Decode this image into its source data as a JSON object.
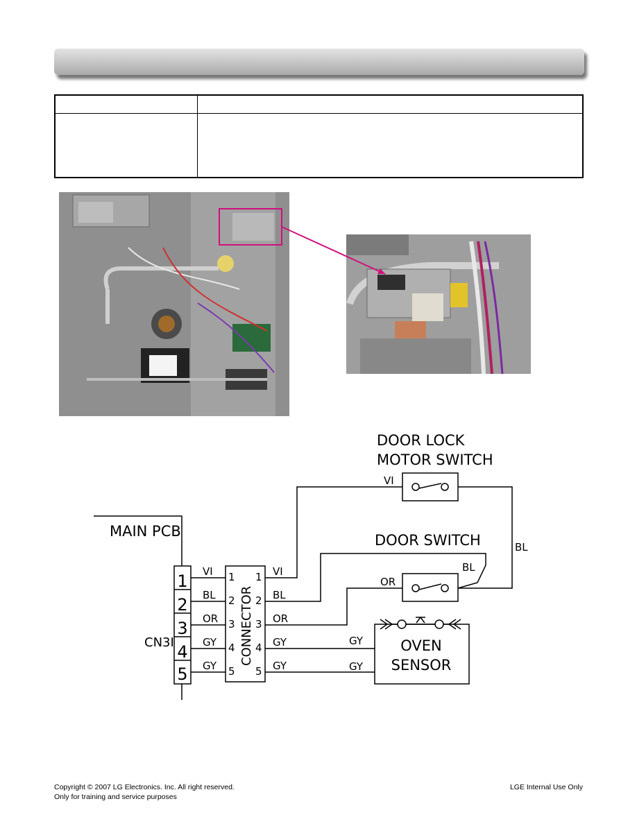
{
  "footer": {
    "copyright": "Copyright © 2007 LG Electronics. Inc. All right reserved.",
    "training_note": "Only for training and service purposes",
    "internal_use": "LGE Internal Use Only"
  },
  "schematic": {
    "main_pcb_label": "MAIN PCB",
    "connector_ref": "CN3I",
    "connector_label": "CONNECTOR",
    "pins": [
      "1",
      "2",
      "3",
      "4",
      "5"
    ],
    "wire_colors": [
      "VI",
      "BL",
      "OR",
      "GY",
      "GY"
    ],
    "door_lock_title_line1": "DOOR LOCK",
    "door_lock_title_line2": "MOTOR SWITCH",
    "door_lock_wire_in": "VI",
    "door_lock_wire_out": "BL",
    "door_switch_title": "DOOR SWITCH",
    "door_switch_wire_in": "OR",
    "door_switch_wire_out": "BL",
    "oven_sensor_line1": "OVEN",
    "oven_sensor_line2": "SENSOR",
    "oven_sensor_wire_1": "GY",
    "oven_sensor_wire_2": "GY"
  },
  "colors": {
    "highlight": "#d0107c"
  }
}
